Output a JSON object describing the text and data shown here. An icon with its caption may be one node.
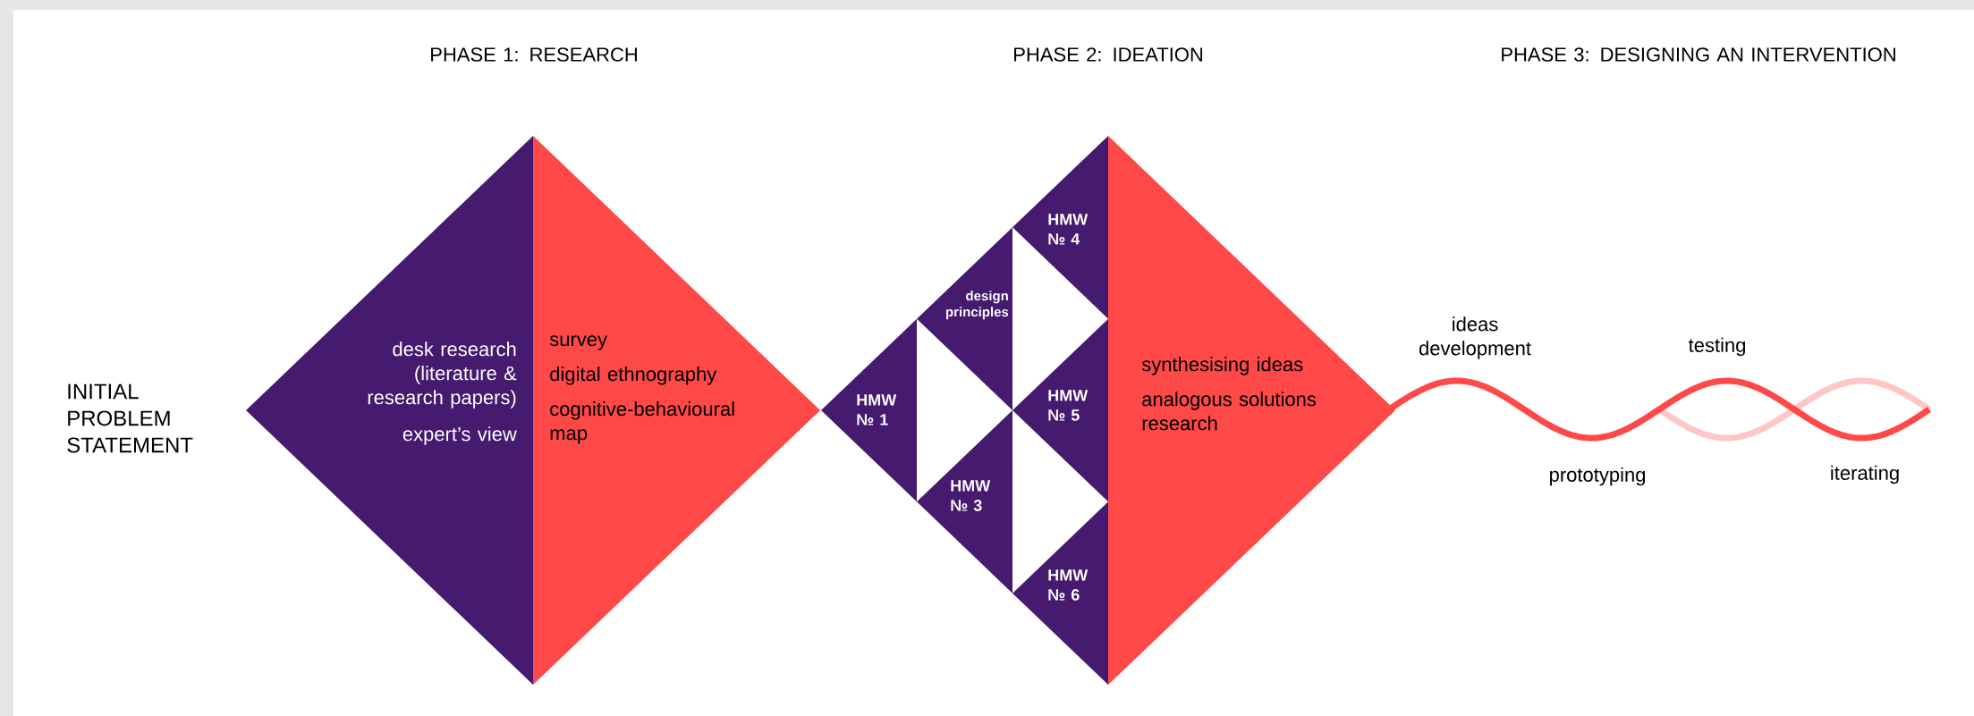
{
  "diagram": {
    "nodes": [
      {
        "text": [
          "desk research (literature & research papers)",
          "expert’s view"
        ]
      },
      {
        "text": [
          "survey",
          "digital ethnography",
          "cognitive-behavioural map"
        ]
      },
      {
        "text": [
          "HMW № 1"
        ]
      },
      {
        "text": [
          "design principles"
        ]
      },
      {
        "text": [
          "HMW № 3"
        ]
      },
      {
        "text": [
          "HMW № 4"
        ]
      },
      {
        "text": [
          "HMW № 5"
        ]
      },
      {
        "text": [
          "HMW № 6"
        ]
      },
      {
        "text": [
          "synthesising ideas",
          "analogous solutions research"
        ]
      }
    ],
    "labels": [
      "PHASE 1: RESEARCH",
      "PHASE 2: IDEATION",
      "PHASE 3: DESIGNING AN INTERVENTION",
      "INITIAL PROBLEM STATEMENT",
      "ideas development",
      "testing",
      "prototyping",
      "iterating"
    ]
  }
}
